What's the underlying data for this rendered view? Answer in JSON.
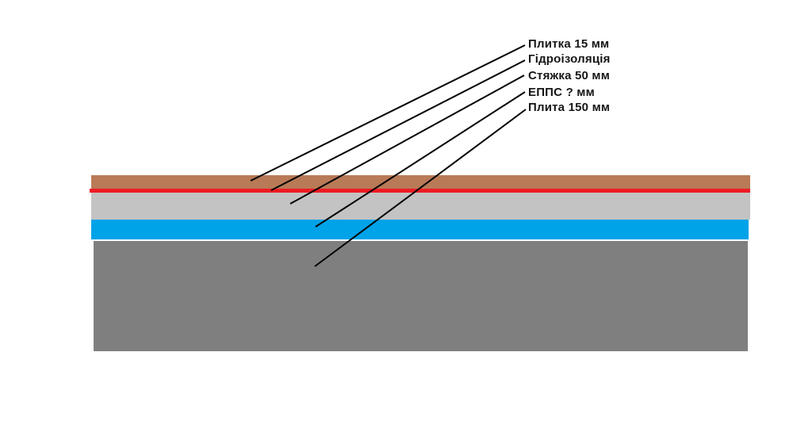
{
  "diagram": {
    "background_color": "#ffffff",
    "line_color": "#000000",
    "text_color": "#161616",
    "layers": [
      {
        "id": "tile",
        "color": "#B97A57"
      },
      {
        "id": "waterproofing",
        "color": "#ED1C24"
      },
      {
        "id": "screed",
        "color": "#C3C3C3"
      },
      {
        "id": "xps-insulation",
        "color": "#00A2E8"
      },
      {
        "id": "slab",
        "color": "#7F7F7F"
      }
    ],
    "callouts": [
      {
        "text": "Плитка 15 мм"
      },
      {
        "text": "Гідроізоляція"
      },
      {
        "text": "Стяжка 50 мм"
      },
      {
        "text": "ЕППС ? мм"
      },
      {
        "text": "Плита 150 мм"
      }
    ]
  }
}
